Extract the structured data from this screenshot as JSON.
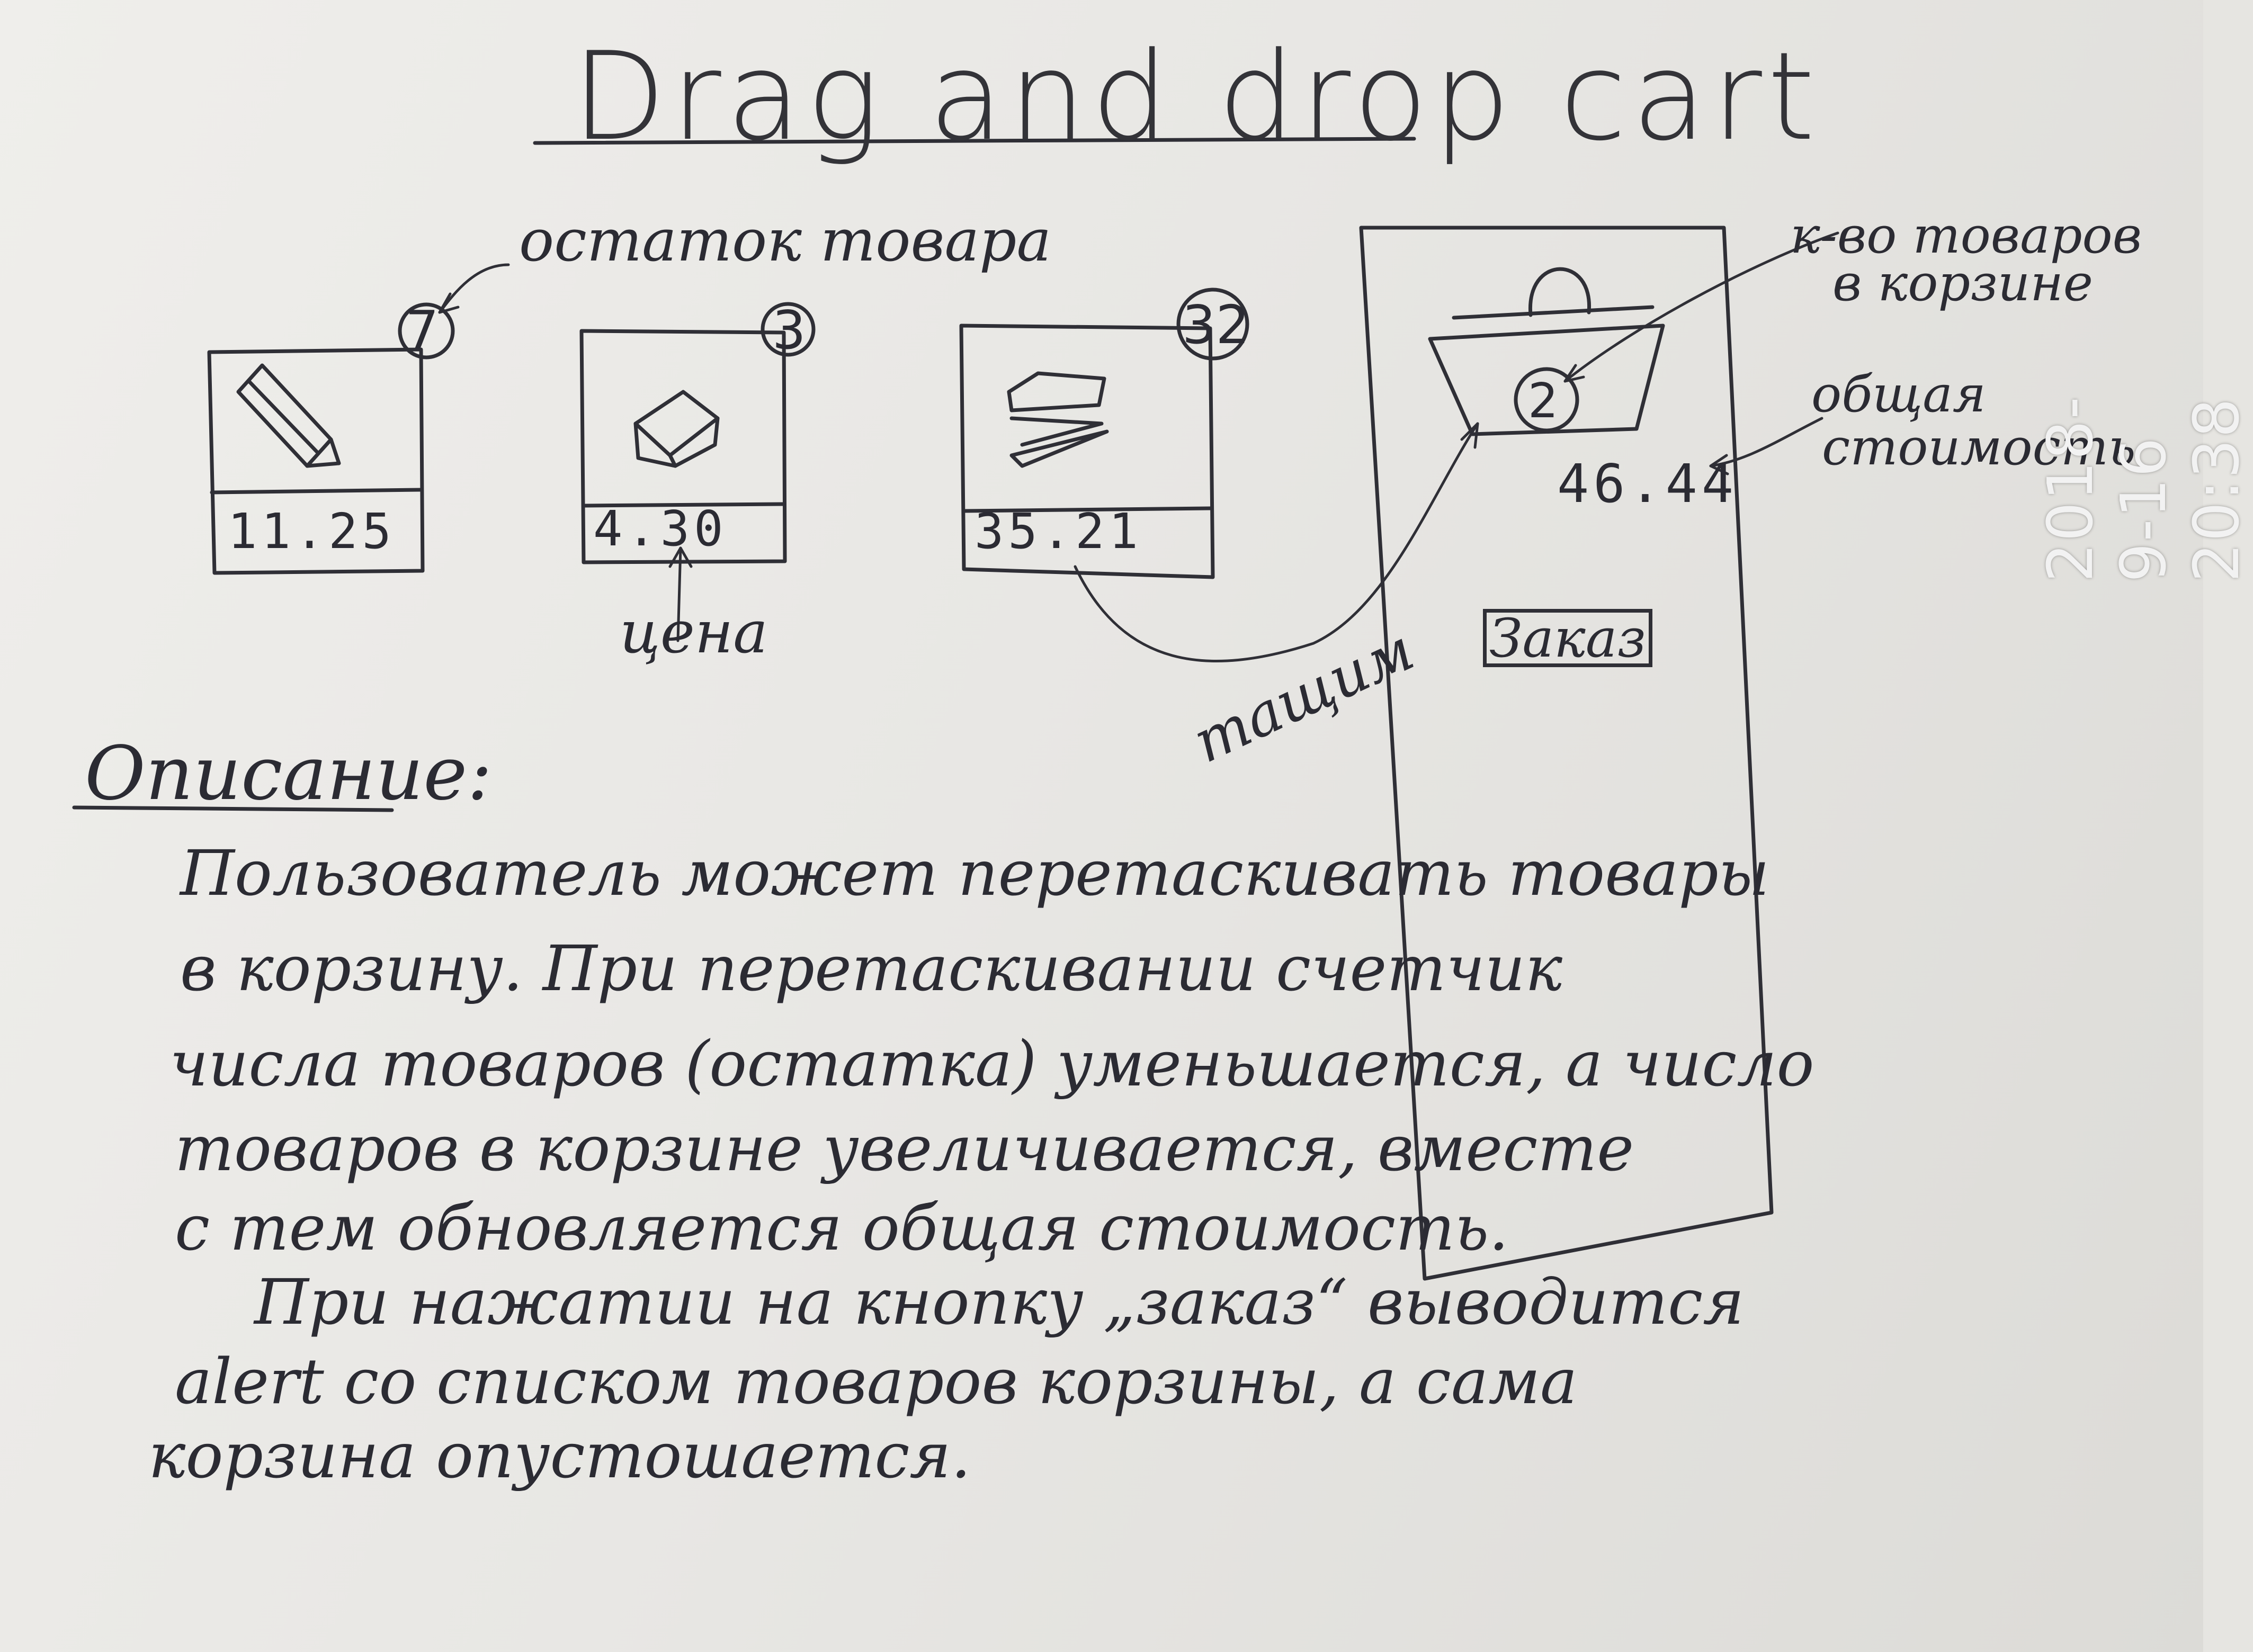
{
  "title": "Drag and drop cart",
  "products": [
    {
      "stock": "7",
      "price": "11.25",
      "icon": "pencil-icon"
    },
    {
      "stock": "3",
      "price": "4.30",
      "icon": "eraser-icon"
    },
    {
      "stock": "32",
      "price": "35.21",
      "icon": "stapler-icon"
    }
  ],
  "annotations": {
    "stock_label": "остаток товара",
    "price_label": "цена",
    "drag_label": "тащим",
    "cart_count_label_1": "к-во товаров",
    "cart_count_label_2": "в корзине",
    "total_label_1": "общая",
    "total_label_2": "стоимость"
  },
  "cart": {
    "count": "2",
    "total": "46.44",
    "order_button": "Заказ"
  },
  "description": {
    "heading": "Описание:",
    "lines": [
      "Пользователь может перетаскивать товары",
      "в корзину. При перетаскивании счетчик",
      "числа товаров (остатка) уменьшается, а число",
      "товаров в корзине увеличивается, вместе",
      "с тем обновляется общая стоимость.",
      "При нажатии на кнопку „заказ“ выводится",
      "alert со списком товаров корзины, а сама",
      "корзина опустошается."
    ]
  },
  "timestamp": "2018-9-16 20:38"
}
